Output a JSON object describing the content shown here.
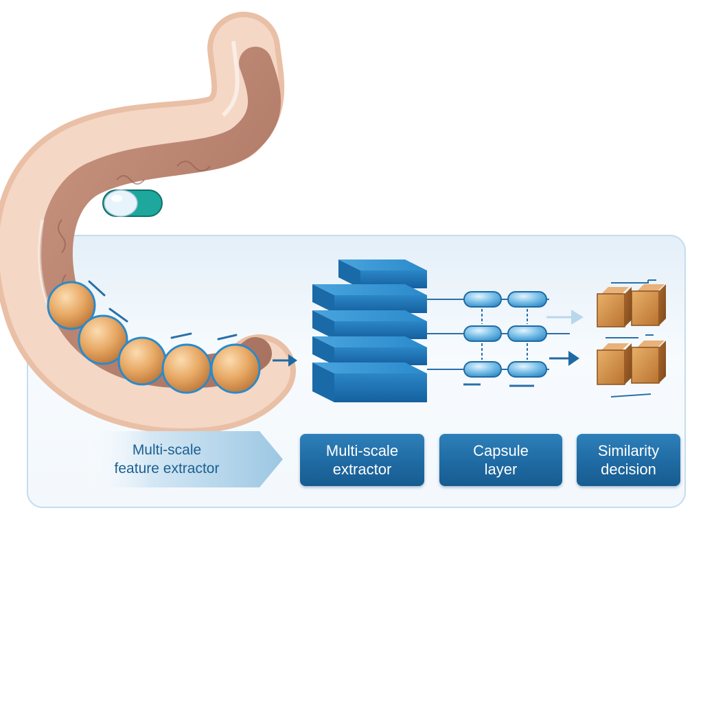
{
  "stages": [
    {
      "line1": "Multi-scale",
      "line2": "feature extractor"
    },
    {
      "line1": "Multi-scale",
      "line2": "extractor"
    },
    {
      "line1": "Capsule",
      "line2": "layer"
    },
    {
      "line1": "Similarity",
      "line2": "decision"
    }
  ],
  "colors": {
    "intestine_outer": "#ecc2a8",
    "intestine_inner": "#bd8b74",
    "polyp": "#e5a765",
    "capsule_camera": "#1ea79c",
    "extractor_blue": "#1c77b8",
    "label_blue": "#1f6aa3",
    "panel_background": "#eef5fb",
    "decision_cube": "#c8803a"
  },
  "icons": [
    "intestine-illustration",
    "capsule-endoscope-icon",
    "polyp-icon",
    "layer-stack-icon",
    "capsule-node-icon",
    "decision-cube-icon",
    "arrow-right-icon"
  ]
}
